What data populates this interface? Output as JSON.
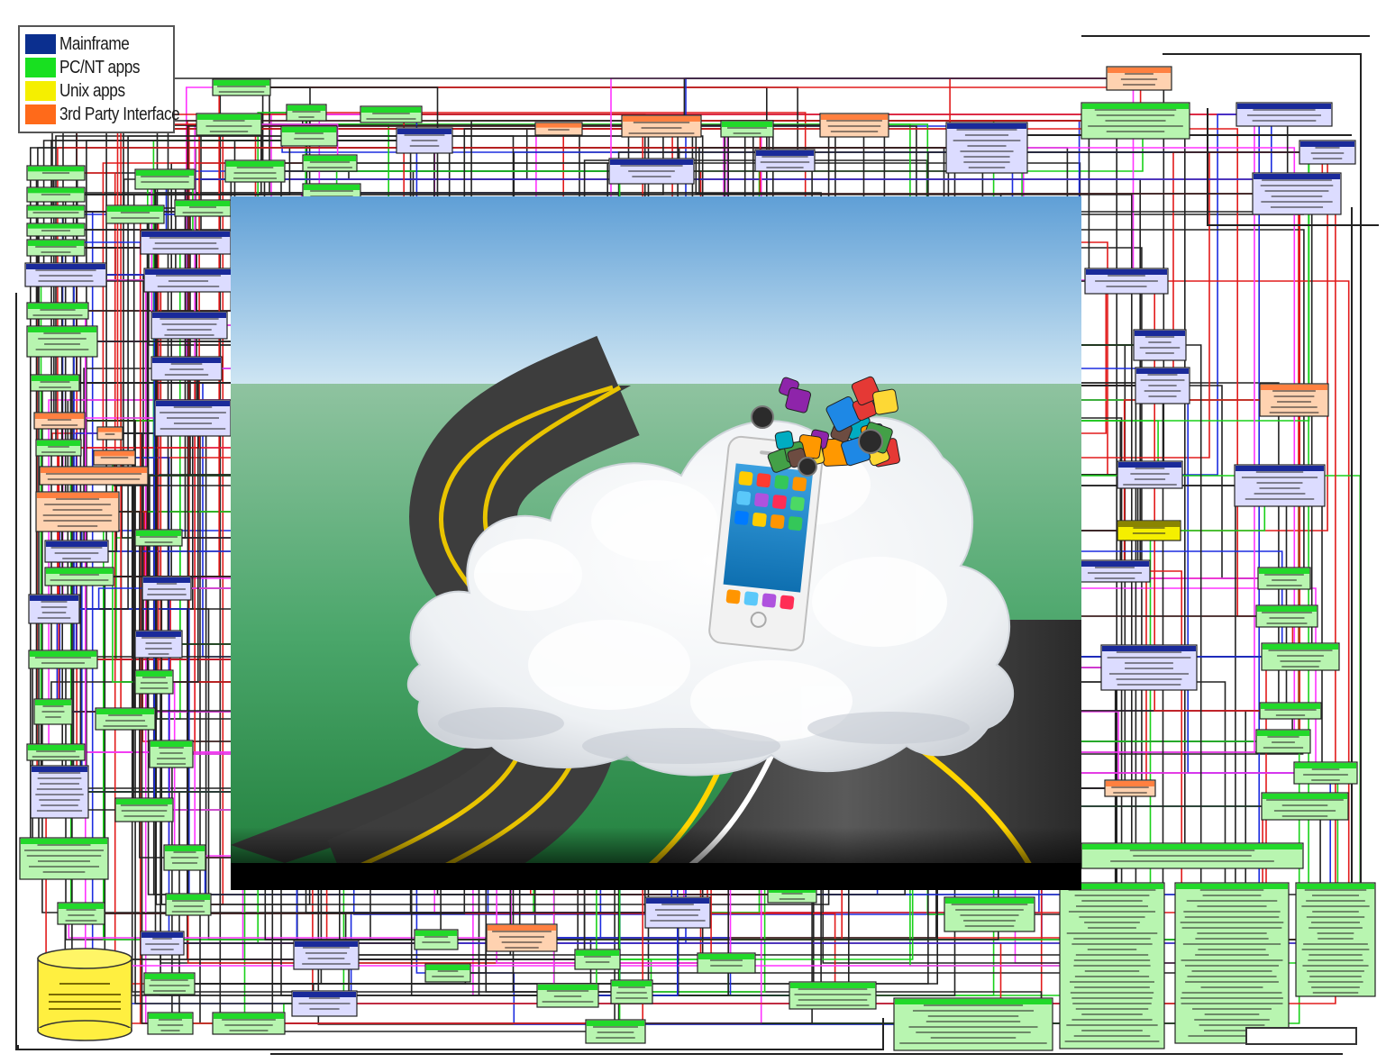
{
  "legend": {
    "items": [
      {
        "label": "Mainframe",
        "color": "#0b2f8f"
      },
      {
        "label": "PC/NT apps",
        "color": "#18e020"
      },
      {
        "label": "Unix apps",
        "color": "#f5ef00"
      },
      {
        "label": "3rd Party Interface",
        "color": "#ff6a1a"
      }
    ]
  },
  "palette": {
    "mainframe": "#1a2a9a",
    "mainframe_fill": "#dcdcff",
    "pc_app": "#22d92a",
    "pc_app_fill": "#b8f5b0",
    "unix_app": "#f5ef00",
    "third_party": "#ff8040",
    "third_party_fill": "#ffd2b0",
    "line_colors": [
      "#222222",
      "#e21b1b",
      "#1c2de0",
      "#ff33ff",
      "#19d119"
    ]
  },
  "overlay_image": {
    "icons": [
      "smartphone-icon",
      "cloud-icon",
      "road-icon",
      "app-icons"
    ]
  }
}
